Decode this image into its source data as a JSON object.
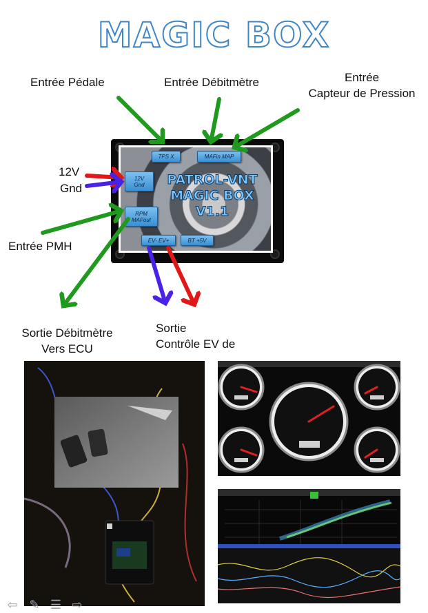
{
  "title": "MAGIC BOX",
  "labels": {
    "entree_pedale": "Entrée Pédale",
    "entree_debitmetre": "Entrée Débitmètre",
    "entree_capteur_line1": "Entrée",
    "entree_capteur_line2": "Capteur de Pression",
    "v12": "12V",
    "gnd": "Gnd",
    "entree_pmh": "Entrée PMH",
    "sortie_debit_line1": "Sortie Débitmètre",
    "sortie_debit_line2": "Vers ECU",
    "sortie_ev_line1": "Sortie",
    "sortie_ev_line2": "Contrôle EV de"
  },
  "box": {
    "btn_tps": "TPS X",
    "btn_maf_in": "MAFin MAP",
    "btn_12v": "12V",
    "btn_gnd": "Gnd",
    "btn_rpm": "RPM",
    "btn_maf_out": "MAFout",
    "btn_ev": "EV- EV+",
    "btn_bt": "BT +5V",
    "brand_line1": "PATROL-VNT",
    "brand_line2": "MAGIC BOX",
    "brand_line3": "V1.1"
  },
  "colors": {
    "green": "#1f9a1f",
    "red": "#e01818",
    "blue": "#4a22e6",
    "title_stroke": "#3f86c8"
  },
  "nav_icons": [
    "arrow-left-icon",
    "pencil-icon",
    "menu-icon",
    "arrow-right-icon"
  ]
}
